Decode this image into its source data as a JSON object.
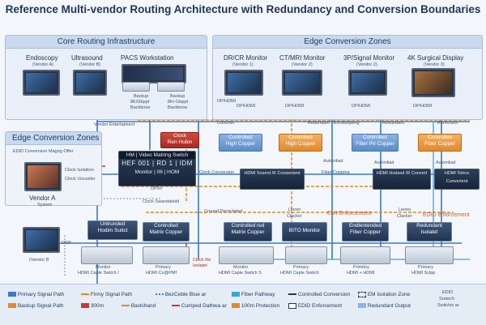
{
  "title": "Reference Multi-vendor Routing Architecture with Redundancy and Conversion Boundaries",
  "left_panel": {
    "header": "Core Routing Infrastructure"
  },
  "right_panel": {
    "header": "Edge Conversion Zones"
  },
  "sources": {
    "endoscopy": "Endoscopy",
    "endoscopy_vendor": "(Vendor A)",
    "ultrasound": "Ultrasound",
    "ultrasound_vendor": "(Vendor B)",
    "pacs": "PACS Workstation",
    "backup1": "Backup",
    "backup1_b": "8K/Gbppt",
    "backup1_c": "Backbone",
    "backup2": "Backup",
    "backup2_b": "8K/-Gbppt",
    "backup2_c": "Backbone"
  },
  "monitors": {
    "dr": "DR/CR Monitor",
    "dr_vendor": "(Vendor 1)",
    "ct": "CT/MRI Monitor",
    "ct_vendor": "(Vendor 2)",
    "sig": "3P/Signal Monitor",
    "sig_vendor": "(Vendor 2)",
    "surg": "4K Surgical Display",
    "surg_vendor": "(Vendor 3)",
    "dp1": "DP/HDMI",
    "dp2": "DP/HDMI",
    "dp3": "DP/HDMI",
    "dp4": "DP/HDMI",
    "dp5": "DP/HDMI"
  },
  "labels": {
    "vendor_entertainment": "Vendor Entertaiment",
    "clock": "Clock",
    "clock_b": "Ren Hubin",
    "contrrier": "Contrrier",
    "redundant1": "Redundant - Exceloopeng",
    "redundant2": "Redundant",
    "renforsior": "Renforsior",
    "edge_zones": "Edge Conversion Zones",
    "edid": "EDID Conversion Magrig Offer",
    "clock_i": "Clock Isolation",
    "clock_v": "Clock Vocuxiler",
    "dp_in": "DP/In",
    "clock_sw": "Clock Swandatioid",
    "clock_conv": "Clock Conversion",
    "ground": "Cround Dscnctated",
    "lieren": "Lieren",
    "lieren_b": "Clacker",
    "emi": "EMI Enforcement",
    "lieren2": "Lieren",
    "lieren2_b": "Clacker",
    "edid_enf": "EDID enforcement",
    "automliad1": "Automliad",
    "fiber_cupp": "Fiber/Cupping",
    "automliad2": "Automliad",
    "automliad3": "Automliad",
    "odp": "ODP",
    "vendor_a": "Vendor A",
    "system": "System",
    "vendor_b": "(Vendor B",
    "monitor_l": "Monitor",
    "monitor_l2": "HDMI Caple Switch /",
    "primary_l": "Primary",
    "primary_l2": "HDMI Co@PMf",
    "clock_re": "Clock Re",
    "clock_re_b": "Isolatet",
    "monitor_r": "Monitor",
    "monitor_r2": "HDMI Caple Switch S",
    "primary_r": "Primary",
    "primary_r2": "HDMI Caple Switch",
    "primitoy": "Primitoy",
    "primitoy2": "HDMI + HDMI",
    "primary_r3": "Primary",
    "primary_r4": "HDMI Sclpp"
  },
  "boxes": {
    "clock": "Clock",
    "clock_b": "Ren Hubin",
    "ctrl1": "Controlled",
    "ctrl1_b": "High Copper",
    "ctrl2": "Controlled",
    "ctrl2_b": "High Copper",
    "ctrl3": "Controlled",
    "ctrl3_b": "Fiber Pri Copper",
    "ctrl4": "Controlled",
    "ctrl4_b": "Fiber Copper",
    "matrix": "HM | Video Matring Switch",
    "matrix_r1": "HEF 001 | RD 1 | IDM",
    "matrix_r2": "Monitor | 06 | HOM",
    "hdmi_conv": "HDMI Sosent /K Consentent",
    "hdmi_conv2": "HDMI Hodsed /R Convert",
    "hdmi_conv3": "HDMI Tohos Cunverient",
    "untrunded": "Untrunded",
    "untrunded_b": "Hodim Suitct",
    "ctrl_matrix": "Controlled",
    "ctrl_matrix_b": "Matrix Copper",
    "ctrl_red": "Controlled red",
    "ctrl_red_b": "Matrix Copper",
    "bito": "BITO Monitor",
    "endl": "Endlentended",
    "endl_b": "Fiber Copper",
    "redund": "Redundant",
    "redund_b": "Isolatet"
  },
  "legend": {
    "primary": "Primary Signal Path",
    "backup": "Backup Signal Path",
    "firmy": "Firmy Signal Path",
    "m300": "300m",
    "backhand": "Backihand",
    "bezcable": "BezCeble Blue ar",
    "cumped": "Cumped Dathwa ar",
    "fiber": "Fiber Pathway",
    "protection": "100m Protection",
    "controlled": "Controlled Conversion",
    "edid_enf": "EDID Enforcement",
    "em_zone": "EM Isolation Zone",
    "redundant_out": "Redundant Output",
    "edid_r": "EDID",
    "edid_r2": "Sretech",
    "edid_r3": "Switchis ar"
  },
  "colors": {
    "primary": "#3a78c9",
    "backup": "#e08a2c",
    "fiber": "#35a7d8",
    "critical": "#c83a2e",
    "navy": "#22344f"
  }
}
